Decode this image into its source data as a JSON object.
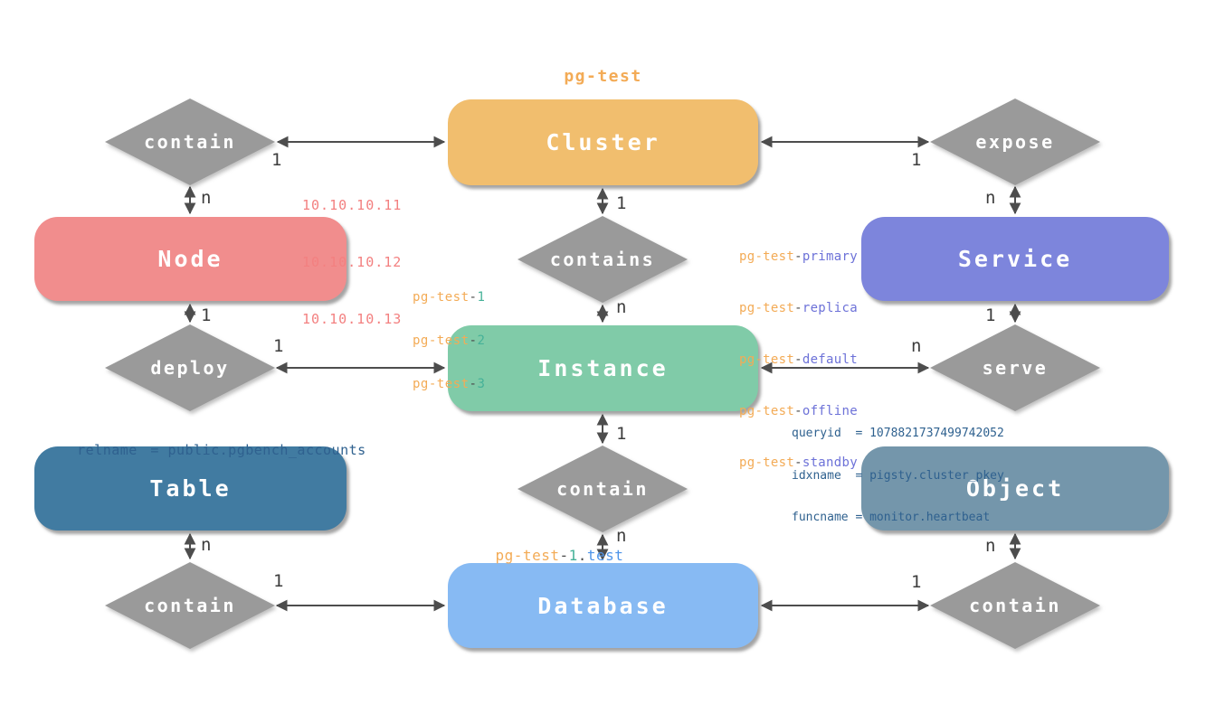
{
  "diagram": {
    "background": "#ffffff",
    "arrow_color": "#4d4d4d",
    "diamond_color": "#9a9a9a"
  },
  "entities": [
    {
      "id": "cluster",
      "label": "Cluster",
      "color": "#f1be6e"
    },
    {
      "id": "node",
      "label": "Node",
      "color": "#f18d8d"
    },
    {
      "id": "service",
      "label": "Service",
      "color": "#7d85dc"
    },
    {
      "id": "instance",
      "label": "Instance",
      "color": "#80cba8"
    },
    {
      "id": "table",
      "label": "Table",
      "color": "#417ba1"
    },
    {
      "id": "object",
      "label": "Object",
      "color": "#7496ab"
    },
    {
      "id": "database",
      "label": "Database",
      "color": "#87baf3"
    }
  ],
  "relationships": [
    {
      "id": "contain-top-left",
      "label": "contain"
    },
    {
      "id": "expose",
      "label": "expose"
    },
    {
      "id": "contains",
      "label": "contains"
    },
    {
      "id": "deploy",
      "label": "deploy"
    },
    {
      "id": "serve",
      "label": "serve"
    },
    {
      "id": "contain-middle",
      "label": "contain"
    },
    {
      "id": "contain-bottom-left",
      "label": "contain"
    },
    {
      "id": "contain-bottom-right",
      "label": "contain"
    }
  ],
  "cardinalities": [
    {
      "id": "cluster-side-of-contain-tl",
      "label": "1"
    },
    {
      "id": "node-side-of-contain-tl",
      "label": "n"
    },
    {
      "id": "cluster-side-of-contains",
      "label": "1"
    },
    {
      "id": "instance-side-of-contains",
      "label": "n"
    },
    {
      "id": "cluster-side-of-expose",
      "label": "1"
    },
    {
      "id": "service-side-of-expose",
      "label": "n"
    },
    {
      "id": "node-side-of-deploy",
      "label": "1"
    },
    {
      "id": "instance-side-of-deploy",
      "label": "1"
    },
    {
      "id": "instance-side-of-serve",
      "label": "n"
    },
    {
      "id": "service-side-of-serve",
      "label": "1"
    },
    {
      "id": "instance-side-of-contain-mid",
      "label": "1"
    },
    {
      "id": "database-side-of-contain-mid",
      "label": "n"
    },
    {
      "id": "table-side-of-contain-bl",
      "label": "n"
    },
    {
      "id": "database-side-of-contain-bl",
      "label": "1"
    },
    {
      "id": "database-side-of-contain-br",
      "label": "1"
    },
    {
      "id": "object-side-of-contain-br",
      "label": "n"
    }
  ],
  "annotations": {
    "cluster_name": "pg-test",
    "node_ips": [
      "10.10.10.11",
      "10.10.10.12",
      "10.10.10.13"
    ],
    "instance_names": [
      {
        "prefix": "pg-test",
        "sep": "-",
        "num": "1"
      },
      {
        "prefix": "pg-test",
        "sep": "-",
        "num": "2"
      },
      {
        "prefix": "pg-test",
        "sep": "-",
        "num": "3"
      }
    ],
    "service_names": [
      {
        "prefix": "pg-test",
        "sep": "-",
        "suffix": "primary"
      },
      {
        "prefix": "pg-test",
        "sep": "-",
        "suffix": "replica"
      },
      {
        "prefix": "pg-test",
        "sep": "-",
        "suffix": "default"
      },
      {
        "prefix": "pg-test",
        "sep": "-",
        "suffix": "offline"
      },
      {
        "prefix": "pg-test",
        "sep": "-",
        "suffix": "standby"
      }
    ],
    "object_attrs": [
      {
        "key": "queryid",
        "eq": "=",
        "value": "1078821737499742052"
      },
      {
        "key": "idxname",
        "eq": "=",
        "value": "pigsty.cluster_pkey"
      },
      {
        "key": "funcname",
        "eq": "=",
        "value": "monitor.heartbeat"
      }
    ],
    "table_attr": {
      "key": "relname",
      "eq": "=",
      "value": "public.pgbench_accounts"
    },
    "database_name": {
      "prefix": "pg-test",
      "sep": "-",
      "num": "1",
      "dot": ".",
      "suffix": "test"
    },
    "text_colors": {
      "orange": "#f3ab56",
      "red": "#f38080",
      "teal": "#45b198",
      "purple": "#6d72d8",
      "navy": "#2f618f",
      "blue": "#4f95e9",
      "dark": "#4a4a4a"
    }
  }
}
